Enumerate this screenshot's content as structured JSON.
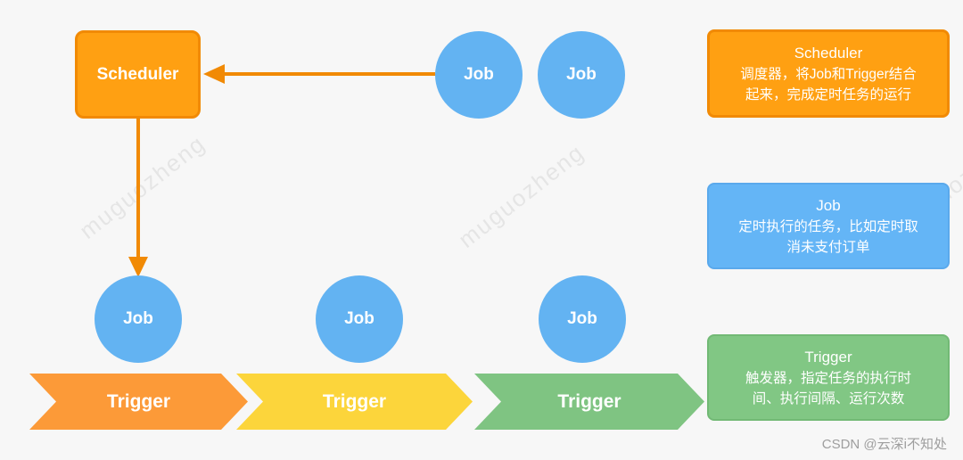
{
  "diagram": {
    "background_color": "#f7f7f7",
    "accent_orange": "#f18a05",
    "node_orange_fill": "#ffa012",
    "node_blue_fill": "#63b3f2",
    "scheduler": {
      "label": "Scheduler"
    },
    "top_jobs": [
      {
        "label": "Job"
      },
      {
        "label": "Job"
      }
    ],
    "mid_jobs": [
      {
        "label": "Job"
      },
      {
        "label": "Job"
      },
      {
        "label": "Job"
      }
    ],
    "triggers": [
      {
        "label": "Trigger",
        "color": "#fc9a38"
      },
      {
        "label": "Trigger",
        "color": "#fcd53b"
      },
      {
        "label": "Trigger",
        "color": "#7fc482"
      }
    ],
    "legend": [
      {
        "title": "Scheduler",
        "lines": [
          "调度器，将Job和Trigger结合",
          "起来，完成定时任务的运行"
        ],
        "fill": "#ffa012",
        "border": "#f18a05"
      },
      {
        "title": "Job",
        "lines": [
          "定时执行的任务，比如定时取",
          "消未支付订单"
        ],
        "fill": "#64b5f6",
        "border": "#5aa9ec"
      },
      {
        "title": "Trigger",
        "lines": [
          "触发器，指定任务的执行时",
          "间、执行间隔、运行次数"
        ],
        "fill": "#81c784",
        "border": "#72b975"
      }
    ],
    "watermark": {
      "text": "muguozheng"
    },
    "credit": {
      "text": "CSDN @云深i不知处"
    }
  }
}
